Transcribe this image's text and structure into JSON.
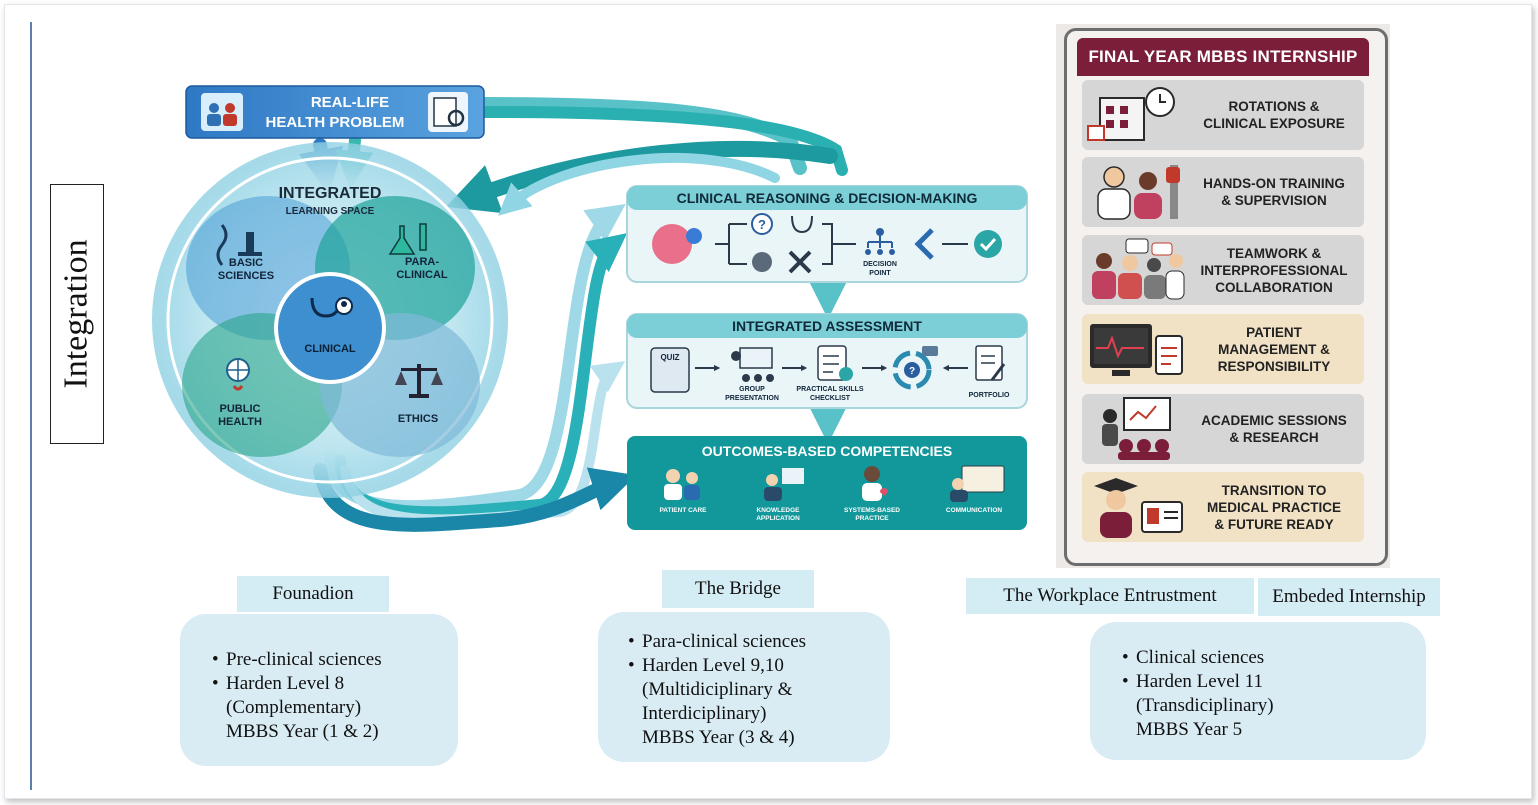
{
  "side_label": "Integration",
  "problem": {
    "line1": "REAL-LIFE",
    "line2": "HEALTH PROBLEM"
  },
  "integrated_space": {
    "title": "INTEGRATED",
    "subtitle": "LEARNING SPACE",
    "basic": {
      "l1": "BASIC",
      "l2": "SCIENCES"
    },
    "para": {
      "l1": "PARA-",
      "l2": "CLINICAL"
    },
    "clinical": "CLINICAL",
    "public": {
      "l1": "PUBLIC",
      "l2": "HEALTH"
    },
    "ethics": "ETHICS"
  },
  "reasoning": {
    "title": "CLINICAL REASONING & DECISION-MAKING",
    "decision": {
      "l1": "DECISION",
      "l2": "POINT"
    }
  },
  "assessment": {
    "title": "INTEGRATED ASSESSMENT",
    "quiz": "QUIZ",
    "group": {
      "l1": "GROUP",
      "l2": "PRESENTATION"
    },
    "skills": {
      "l1": "PRACTICAL SKILLS",
      "l2": "CHECKLIST"
    },
    "portfolio": "PORTFOLIO"
  },
  "outcomes": {
    "title": "OUTCOMES-BASED COMPETENCIES",
    "patient": "PATIENT CARE",
    "knowledge": {
      "l1": "KNOWLEDGE",
      "l2": "APPLICATION"
    },
    "systems": {
      "l1": "SYSTEMS-BASED",
      "l2": "PRACTICE"
    },
    "communication": "COMMUNICATION"
  },
  "internship": {
    "title": "FINAL YEAR MBBS INTERNSHIP",
    "rows": [
      {
        "l1": "ROTATIONS &",
        "l2": "CLINICAL EXPOSURE",
        "l3": ""
      },
      {
        "l1": "HANDS-ON TRAINING",
        "l2": "& SUPERVISION",
        "l3": ""
      },
      {
        "l1": "TEAMWORK &",
        "l2": "INTERPROFESSIONAL",
        "l3": "COLLABORATION"
      },
      {
        "l1": "PATIENT",
        "l2": "MANAGEMENT &",
        "l3": "RESPONSIBILITY"
      },
      {
        "l1": "ACADEMIC SESSIONS",
        "l2": "& RESEARCH",
        "l3": ""
      },
      {
        "l1": "TRANSITION TO",
        "l2": "MEDICAL PRACTICE",
        "l3": "& FUTURE READY"
      }
    ]
  },
  "phases": {
    "foundation": {
      "label": "Founadion",
      "items": [
        "Pre-clinical sciences",
        "Harden Level 8",
        "(Complementary)",
        "MBBS Year (1 & 2)"
      ]
    },
    "bridge": {
      "label": "The Bridge",
      "items": [
        "Para-clinical sciences",
        "Harden Level 9,10",
        "(Multidiciplinary &",
        "Interdiciplinary)",
        "MBBS Year (3 & 4)"
      ]
    },
    "workplace": {
      "label1": "The Workplace Entrustment",
      "label2": "Embeded Internship",
      "items": [
        "Clinical sciences",
        "Harden Level 11",
        "(Transdiciplinary)",
        "MBBS Year 5"
      ]
    }
  },
  "colors": {
    "teal": "#2aa6a6",
    "teal_dark": "#128a8c",
    "blue": "#2f6fb4",
    "maroon": "#7b1e3a",
    "card": "#d9ecf3"
  }
}
